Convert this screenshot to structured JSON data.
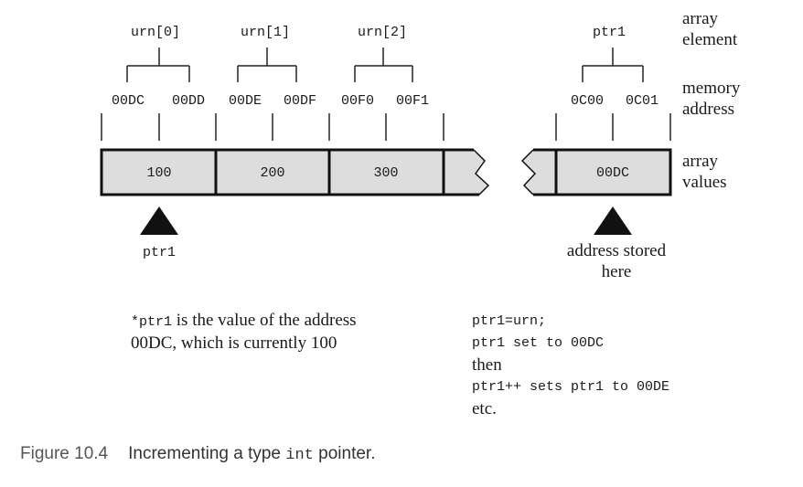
{
  "right_labels": {
    "array_element": [
      "array",
      "element"
    ],
    "memory_address": [
      "memory",
      "address"
    ],
    "array_values": [
      "array",
      "values"
    ]
  },
  "elements": [
    "urn[0]",
    "urn[1]",
    "urn[2]"
  ],
  "pointer_element": "ptr1",
  "addresses": [
    "00DC",
    "00DD",
    "00DE",
    "00DF",
    "00F0",
    "00F1"
  ],
  "pointer_addresses": [
    "0C00",
    "0C01"
  ],
  "values": [
    "100",
    "200",
    "300"
  ],
  "pointer_value": "00DC",
  "ptr_marker_label": "ptr1",
  "stored_label": [
    "address stored",
    "here"
  ],
  "note_left": {
    "code": "*ptr1",
    "line1_rest": " is the value of the address",
    "line2": "00DC, which is currently 100"
  },
  "note_right": {
    "line1": "ptr1=urn;",
    "line2": "ptr1 set to 00DC",
    "line3": "then",
    "line4": "ptr1++ sets ptr1 to 00DE",
    "line5": "etc."
  },
  "caption": {
    "number": "Figure 10.4",
    "text_before": "Incrementing a type ",
    "code": "int",
    "text_after": " pointer."
  }
}
